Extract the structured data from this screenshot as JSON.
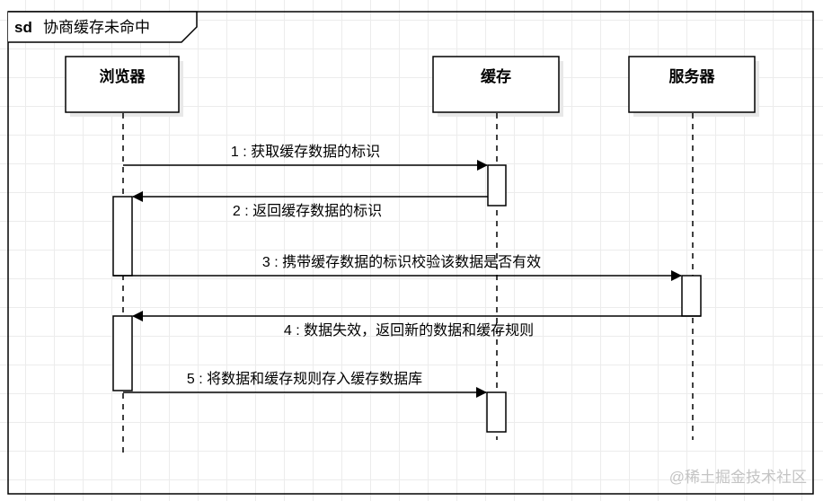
{
  "frame": {
    "keyword": "sd",
    "title": "协商缓存未命中"
  },
  "lifelines": [
    {
      "id": "browser",
      "label": "浏览器"
    },
    {
      "id": "cache",
      "label": "缓存"
    },
    {
      "id": "server",
      "label": "服务器"
    }
  ],
  "messages": [
    {
      "label": "1 : 获取缓存数据的标识",
      "from": "browser",
      "to": "cache",
      "kind": "call"
    },
    {
      "label": "2 : 返回缓存数据的标识",
      "from": "cache",
      "to": "browser",
      "kind": "reply"
    },
    {
      "label": "3 : 携带缓存数据的标识校验该数据是否有效",
      "from": "browser",
      "to": "server",
      "kind": "call"
    },
    {
      "label": "4 : 数据失效，返回新的数据和缓存规则",
      "from": "server",
      "to": "browser",
      "kind": "reply"
    },
    {
      "label": "5 : 将数据和缓存规则存入缓存数据库",
      "from": "browser",
      "to": "cache",
      "kind": "call"
    }
  ],
  "watermark": "@稀土掘金技术社区",
  "colors": {
    "line": "#000000",
    "grid": "#ececec",
    "shadow": "#e8e8e8",
    "watermark": "#c4c4c4"
  }
}
